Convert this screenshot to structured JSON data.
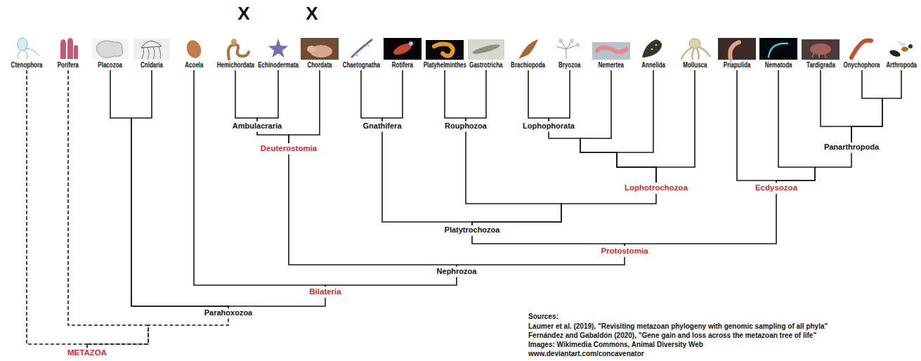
{
  "diagram": {
    "nodes": [
      {
        "text": [
          "Ctenophora"
        ]
      },
      {
        "text": [
          "Porifera"
        ]
      },
      {
        "text": [
          "Placozoa"
        ]
      },
      {
        "text": [
          "Cnidaria"
        ]
      },
      {
        "text": [
          "Acoela"
        ]
      },
      {
        "text": [
          "Hemichordata"
        ]
      },
      {
        "text": [
          "Echinodermata"
        ]
      },
      {
        "text": [
          "Chordata"
        ]
      },
      {
        "text": [
          "Chaetognatha"
        ]
      },
      {
        "text": [
          "Rotifera"
        ]
      },
      {
        "text": [
          "Platyhelminthes"
        ]
      },
      {
        "text": [
          "Gastrotricha"
        ]
      },
      {
        "text": [
          "Brachiopoda"
        ]
      },
      {
        "text": [
          "Bryozoa"
        ]
      },
      {
        "text": [
          "Nemertea"
        ]
      },
      {
        "text": [
          "Annelida"
        ]
      },
      {
        "text": [
          "Mollusca"
        ]
      },
      {
        "text": [
          "Priapulida"
        ]
      },
      {
        "text": [
          "Nematoda"
        ]
      },
      {
        "text": [
          "Tardigrada"
        ]
      },
      {
        "text": [
          "Onychophora"
        ]
      },
      {
        "text": [
          "Arthropoda"
        ]
      },
      {
        "text": [
          "Ambulacraria"
        ]
      },
      {
        "text": [
          "Deuterostomia"
        ]
      },
      {
        "text": [
          "Gnathifera"
        ]
      },
      {
        "text": [
          "Rouphozoa"
        ]
      },
      {
        "text": [
          "Lophophorata"
        ]
      },
      {
        "text": [
          "Panarthropoda"
        ]
      },
      {
        "text": [
          "Lophotrochozoa"
        ]
      },
      {
        "text": [
          "Ecdysozoa"
        ]
      },
      {
        "text": [
          "Platytrochozoa"
        ]
      },
      {
        "text": [
          "Protostomia"
        ]
      },
      {
        "text": [
          "Nephrozoa"
        ]
      },
      {
        "text": [
          "Bilateria"
        ]
      },
      {
        "text": [
          "Parahoxozoa"
        ]
      },
      {
        "text": [
          "METAZOA"
        ]
      }
    ],
    "edges": [
      {
        "from": 35,
        "to": 0,
        "arrow": "none"
      },
      {
        "from": 35,
        "to": 1,
        "arrow": "none"
      },
      {
        "from": 35,
        "to": 34,
        "arrow": "none"
      },
      {
        "from": 34,
        "to": 2,
        "arrow": "none"
      },
      {
        "from": 34,
        "to": 3,
        "arrow": "none"
      },
      {
        "from": 34,
        "to": 33,
        "arrow": "none"
      },
      {
        "from": 33,
        "to": 4,
        "arrow": "none"
      },
      {
        "from": 33,
        "to": 32,
        "arrow": "none"
      },
      {
        "from": 32,
        "to": 23,
        "arrow": "none"
      },
      {
        "from": 32,
        "to": 31,
        "arrow": "none"
      },
      {
        "from": 23,
        "to": 22,
        "arrow": "none"
      },
      {
        "from": 23,
        "to": 7,
        "arrow": "none"
      },
      {
        "from": 22,
        "to": 5,
        "arrow": "none"
      },
      {
        "from": 22,
        "to": 6,
        "arrow": "none"
      },
      {
        "from": 31,
        "to": 30,
        "arrow": "none"
      },
      {
        "from": 31,
        "to": 29,
        "arrow": "none"
      },
      {
        "from": 30,
        "to": 24,
        "arrow": "none"
      },
      {
        "from": 30,
        "to": 25,
        "arrow": "none"
      },
      {
        "from": 30,
        "to": 28,
        "arrow": "none"
      },
      {
        "from": 24,
        "to": 8,
        "arrow": "none"
      },
      {
        "from": 24,
        "to": 9,
        "arrow": "none"
      },
      {
        "from": 25,
        "to": 10,
        "arrow": "none"
      },
      {
        "from": 25,
        "to": 11,
        "arrow": "none"
      },
      {
        "from": 28,
        "to": 26,
        "arrow": "none"
      },
      {
        "from": 28,
        "to": 14,
        "arrow": "none"
      },
      {
        "from": 28,
        "to": 15,
        "arrow": "none"
      },
      {
        "from": 28,
        "to": 16,
        "arrow": "none"
      },
      {
        "from": 26,
        "to": 12,
        "arrow": "none"
      },
      {
        "from": 26,
        "to": 13,
        "arrow": "none"
      },
      {
        "from": 29,
        "to": 17,
        "arrow": "none"
      },
      {
        "from": 29,
        "to": 18,
        "arrow": "none"
      },
      {
        "from": 29,
        "to": 27,
        "arrow": "none"
      },
      {
        "from": 27,
        "to": 19,
        "arrow": "none"
      },
      {
        "from": 27,
        "to": 20,
        "arrow": "none"
      },
      {
        "from": 27,
        "to": 21,
        "arrow": "none"
      }
    ],
    "labels": [
      "X",
      "X",
      "Sources:",
      "Laumer et al. (2019), \"Revisiting metazoan phylogeny with genomic sampling of all phyla\"",
      "Fernández and Gabaldón (2020), \"Gene gain and loss across the metazoan tree of life\"",
      "Images: Wikimedia Commons, Animal Diversity Web",
      "www.deviantart.com/concavenator"
    ]
  }
}
